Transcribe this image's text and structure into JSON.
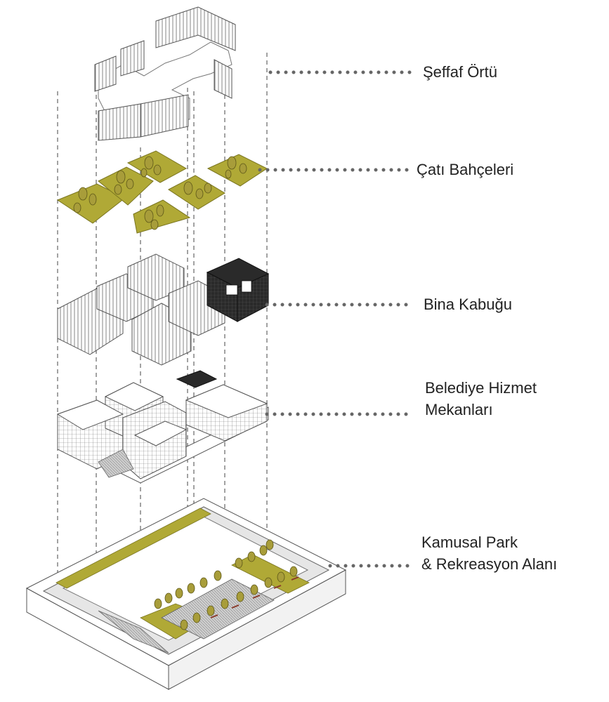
{
  "colors": {
    "roof_green": "#b0a936",
    "roof_green_dark": "#8a8428",
    "tree_fill": "#a89d3a",
    "tree_trunk": "#8a3a2a",
    "line_gray": "#555555",
    "shell_black": "#2a2a2a",
    "dot_gray": "#666666"
  },
  "layers": [
    {
      "id": "seffaf-ortu",
      "lines": [
        "Şeffaf Örtü"
      ]
    },
    {
      "id": "cati-bahceleri",
      "lines": [
        "Çatı Bahçeleri"
      ]
    },
    {
      "id": "bina-kabugu",
      "lines": [
        "Bina Kabuğu"
      ]
    },
    {
      "id": "belediye-hizmet-mekanlari",
      "lines": [
        "Belediye Hizmet",
        "Mekanları"
      ]
    },
    {
      "id": "kamusal-park",
      "lines": [
        "Kamusal Park",
        "& Rekreasyon Alanı"
      ]
    }
  ]
}
